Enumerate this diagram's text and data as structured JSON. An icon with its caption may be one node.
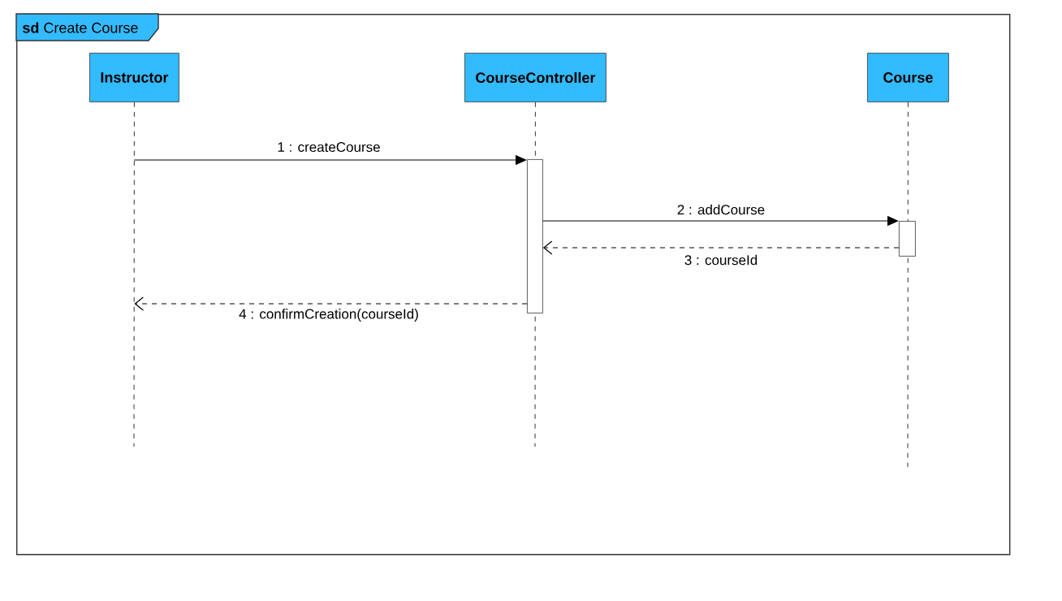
{
  "diagram": {
    "nodes": [
      {
        "text": [
          "**sd** Create Course"
        ]
      },
      {
        "text": [
          "Instructor"
        ],
        "in": 0
      },
      {
        "text": [
          "CourseController"
        ],
        "in": 0
      },
      {
        "text": [
          "Course"
        ],
        "in": 0
      },
      {
        "text": [],
        "shape": "bar",
        "in": 2
      },
      {
        "text": [],
        "shape": "bar",
        "in": 3
      }
    ],
    "edges": [
      {
        "from": 1,
        "to": 4,
        "arrow": "to",
        "label": "1 : createCourse"
      },
      {
        "from": 4,
        "to": 5,
        "arrow": "to",
        "label": "2 : addCourse"
      },
      {
        "from": 5,
        "to": 4,
        "arrow": "to",
        "label": "3 : courseId",
        "style": "dashed"
      },
      {
        "from": 4,
        "to": 1,
        "arrow": "to",
        "label": "4 : confirmCreation(courseId)",
        "style": "dashed"
      }
    ]
  }
}
